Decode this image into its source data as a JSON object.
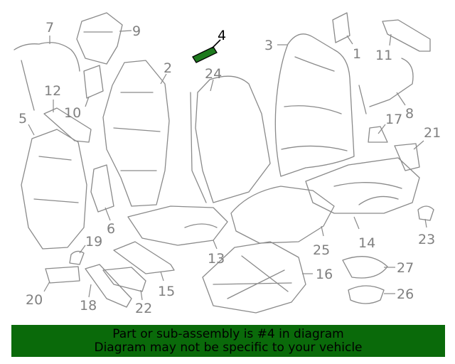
{
  "colors": {
    "banner_background": "#0a6a0a",
    "highlight_part": "#1e7a1e",
    "part_stroke": "#8a8a8a",
    "label_text": "#808080"
  },
  "diagram": {
    "highlighted_label": "4",
    "labels": [
      "1",
      "2",
      "3",
      "4",
      "5",
      "6",
      "7",
      "8",
      "9",
      "10",
      "11",
      "12",
      "13",
      "14",
      "15",
      "16",
      "17",
      "18",
      "19",
      "20",
      "21",
      "22",
      "23",
      "24",
      "25",
      "26",
      "27"
    ]
  },
  "banner": {
    "line1": "Part or sub-assembly is #4 in diagram",
    "line2": "Diagram may not be specific to your vehicle"
  }
}
